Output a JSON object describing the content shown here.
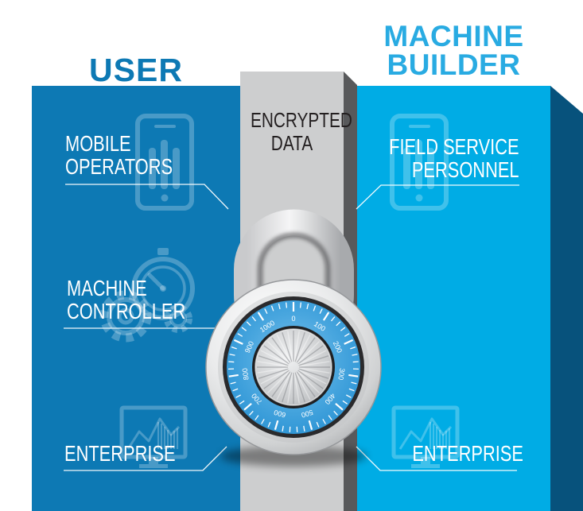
{
  "sections": {
    "user": {
      "title": "USER",
      "items": [
        {
          "lines": [
            "MOBILE",
            "OPERATORS"
          ],
          "icon": "smartphone-chart-icon"
        },
        {
          "lines": [
            "MACHINE",
            "CONTROLLER"
          ],
          "icon": "gears-stopwatch-icon"
        },
        {
          "lines": [
            "ENTERPRISE"
          ],
          "icon": "monitor-chart-icon"
        }
      ]
    },
    "machine_builder": {
      "title_lines": [
        "MACHINE",
        "BUILDER"
      ],
      "items": [
        {
          "lines": [
            "FIELD SERVICE",
            "PERSONNEL"
          ],
          "icon": "smartphone-chart-icon"
        },
        {
          "lines": [
            "ENTERPRISE"
          ],
          "icon": "monitor-chart-icon"
        }
      ]
    }
  },
  "center_column": {
    "label_lines": [
      "ENCRYPTED",
      "DATA"
    ]
  },
  "lock": {
    "type": "combination-padlock",
    "dial_labels": [
      "0",
      "100",
      "200",
      "300",
      "400",
      "500",
      "600",
      "700",
      "800",
      "900",
      "1000"
    ]
  },
  "colors": {
    "user_panel": "#0d79b4",
    "builder_panel": "#00ace5",
    "builder_side": "#07527c",
    "column": "#cdcecf",
    "column_side": "#58595b",
    "title_user": "#0d79b4",
    "title_builder": "#29abe2",
    "encrypted_text": "#231f20",
    "dial_blue": "#2e96d6",
    "label_text": "#ffffff"
  }
}
